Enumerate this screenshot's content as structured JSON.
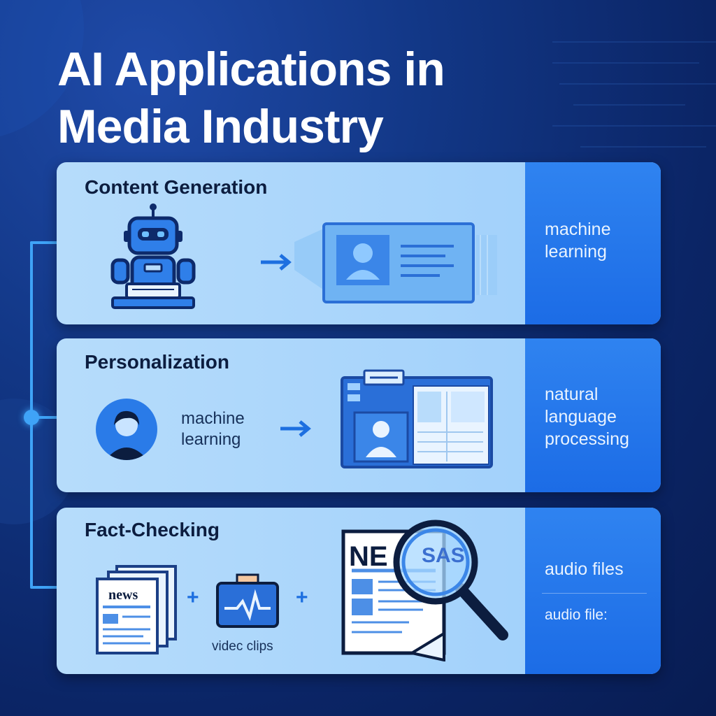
{
  "title_line1": "AI Applications in",
  "title_line2": "Media Industry",
  "panels": [
    {
      "title": "Content Generation",
      "side_labels": [
        "machine",
        "learning"
      ]
    },
    {
      "title": "Personalization",
      "inline_label": [
        "machine",
        "learning"
      ],
      "side_labels": [
        "natural",
        "language",
        "processing"
      ]
    },
    {
      "title": "Fact-Checking",
      "news_text": "news",
      "video_label": "videc clips",
      "paper_text": "NE",
      "lens_text": "SAS",
      "side_labels": [
        "audio files",
        "audio file:"
      ]
    }
  ],
  "colors": {
    "accent": "#1d6fe0",
    "connector": "#3fa3f7",
    "panel": "#a2d1fb",
    "panel_side": "#1c6ce6"
  }
}
